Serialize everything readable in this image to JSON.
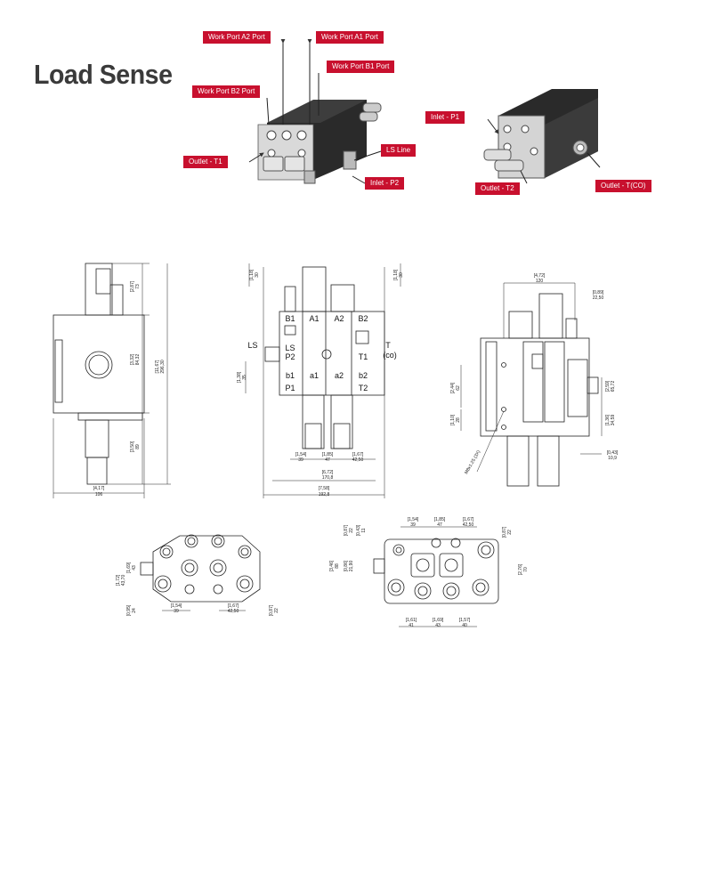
{
  "title": "Load Sense",
  "callouts": {
    "a2": "Work Port A2 Port",
    "a1": "Work Port A1 Port",
    "b1": "Work Port B1 Port",
    "b2": "Work Port B2 Port",
    "t1": "Outlet - T1",
    "ls": "LS Line",
    "p2": "Inlet - P2",
    "p1": "Inlet - P1",
    "t2": "Outlet - T2",
    "tco": "Outlet - T(CO)"
  },
  "front_view": {
    "top_row": [
      "B1",
      "A1",
      "A2",
      "B2"
    ],
    "mid_left": [
      "LS",
      "P2"
    ],
    "mid_right": [
      "T1"
    ],
    "low_row": [
      "b1",
      "a1",
      "a2",
      "b2"
    ],
    "bottom_left": "P1",
    "bottom_right": "T2",
    "side_ls": "LS",
    "side_t": "T",
    "side_co": "(co)"
  },
  "dimensions": {
    "side_73": [
      "[2,87]",
      "73"
    ],
    "side_8442": [
      "[3,32]",
      "84,32"
    ],
    "side_total": [
      "[11,67]",
      "296,30"
    ],
    "side_89": [
      "[3,50]",
      "89"
    ],
    "side_106": [
      "[4,17]",
      "106"
    ],
    "front_30a": [
      "[1,18]",
      "30"
    ],
    "front_30b": [
      "[1,18]",
      "30"
    ],
    "front_left": [
      "[1,38]",
      "35"
    ],
    "front_39": [
      "[1,54]",
      "39"
    ],
    "front_47": [
      "[1,85]",
      "47"
    ],
    "front_4250": [
      "[1,67]",
      "42,50"
    ],
    "front_1708": [
      "[6,72]",
      "170,8"
    ],
    "front_1928": [
      "[7,58]",
      "192,8"
    ],
    "right_120": [
      "[4,72]",
      "120"
    ],
    "right_2250": [
      "[0,89]",
      "22,50"
    ],
    "right_62": [
      "[2,44]",
      "62"
    ],
    "right_28": [
      "[1,10]",
      "28"
    ],
    "right_6572": [
      "[2,59]",
      "65,72"
    ],
    "right_3459": [
      "[1,36]",
      "34,59"
    ],
    "right_109": [
      "[0,43]",
      "10,9"
    ],
    "right_thread": "M8x1.25 (3X)",
    "bl_4370": [
      "[1,72]",
      "43,70"
    ],
    "bl_43": [
      "[1,69]",
      "43"
    ],
    "bl_39": [
      "[1,54]",
      "39"
    ],
    "bl_4250": [
      "[1,67]",
      "42,50"
    ],
    "bl_24": [
      "[0,95]",
      "24"
    ],
    "bl_22": [
      "[0,87]",
      "22"
    ],
    "br_39": [
      "[1,54]",
      "39"
    ],
    "br_47": [
      "[1,85]",
      "47"
    ],
    "br_4250": [
      "[1,67]",
      "42,50"
    ],
    "br_22a": [
      "[0,87]",
      "22"
    ],
    "br_22b": [
      "[0,87]",
      "22"
    ],
    "br_11": [
      "[0,43]",
      "11"
    ],
    "br_88": [
      "[3,46]",
      "88"
    ],
    "br_2190": [
      "[0,86]",
      "21,90"
    ],
    "br_70": [
      "[2,76]",
      "70"
    ],
    "br_41": [
      "[1,61]",
      "41"
    ],
    "br_43": [
      "[1,69]",
      "43"
    ],
    "br_40": [
      "[1,57]",
      "40"
    ]
  }
}
